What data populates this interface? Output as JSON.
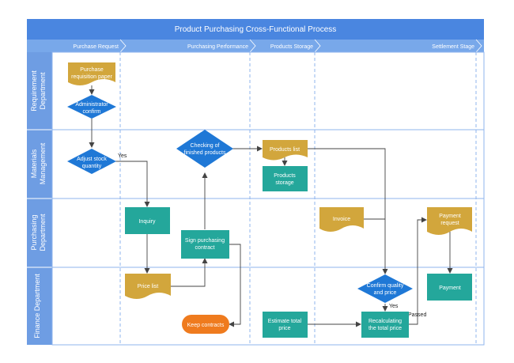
{
  "title": "Product Purchasing Cross-Functional Process",
  "phases": [
    "Purchase Request",
    "Purchasing Performance",
    "Products Storage",
    "Settlement Stage"
  ],
  "lanes": [
    "Requirement Department",
    "Materials Management",
    "Purchasing Department",
    "Finance Department"
  ],
  "nodes": {
    "purchase_requisition_paper": "Purchase requisition paper",
    "administrator_confirm": "Administrator confirm",
    "adjust_stock_quantity": "Adjust stock quantity",
    "checking_finished_products": "Checking of finished products",
    "products_list": "Products list",
    "products_storage": "Products storage",
    "inquiry": "Inquiry",
    "sign_purchasing_contract": "Sign purchasing contract",
    "invoice": "Invoice",
    "payment_request": "Payment request",
    "price_list": "Price list",
    "confirm_quality_price": "Confirm quality and price",
    "payment": "Payment",
    "keep_contracts": "Keep contracts",
    "estimate_total_price": "Estimate total price",
    "recalculating_total_price": "Recalculating the total price"
  },
  "edge_labels": {
    "yes_1": "Yes",
    "yes_2": "Yes",
    "passed": "Passed"
  },
  "colors": {
    "header": "#4a86e0",
    "phase_bar": "#78a8ea",
    "lane_header": "#6e9de3",
    "grid": "#8fb4ee",
    "doc": "#d2a63c",
    "decision": "#1f78d6",
    "process": "#24a79b",
    "terminator": "#ef7b1e",
    "edge": "#444444"
  }
}
